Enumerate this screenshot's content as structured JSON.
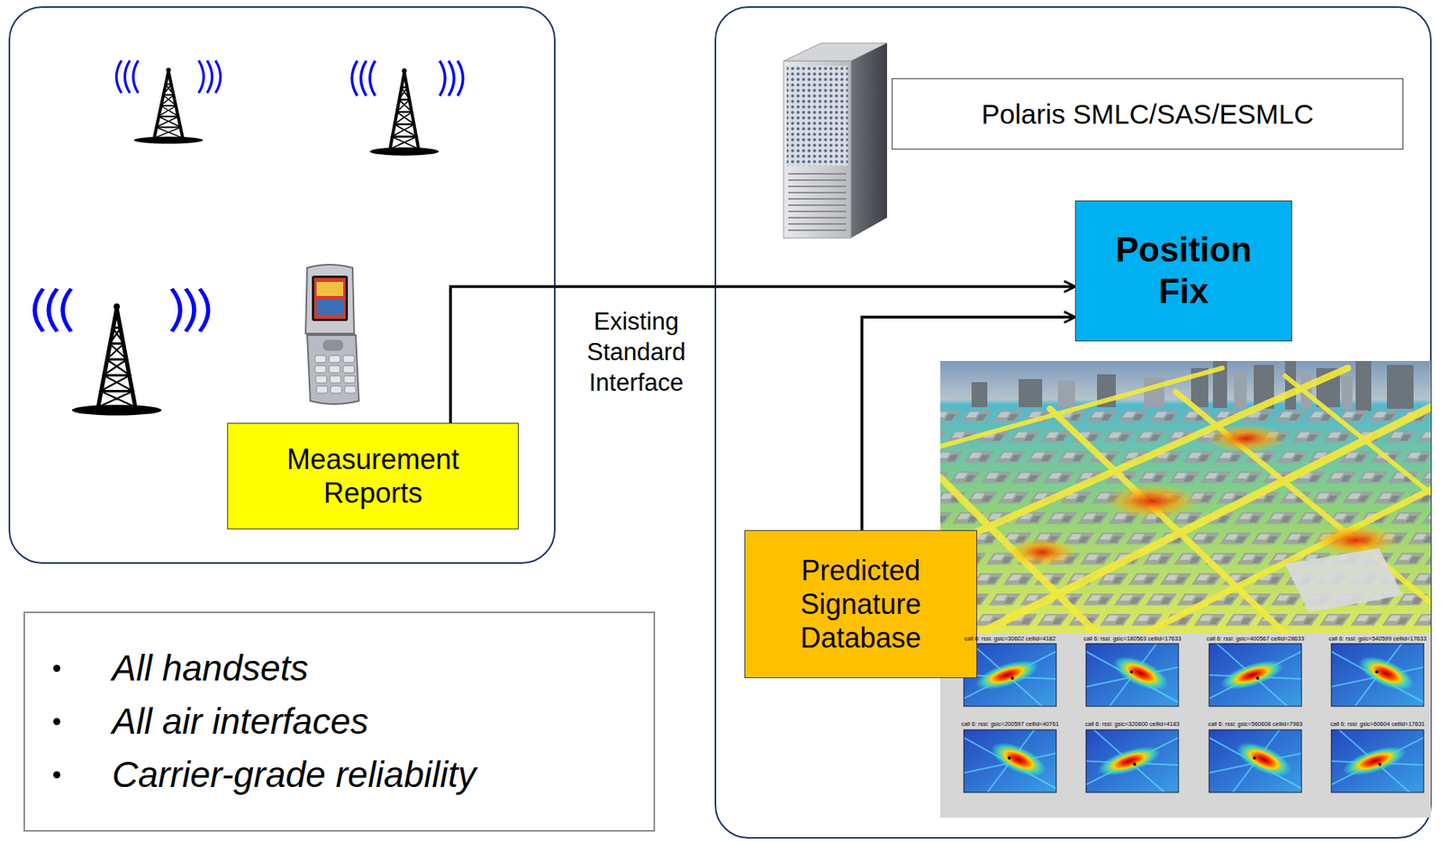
{
  "diagram": {
    "nodes": [
      {
        "text": [
          "Measurement Reports"
        ]
      },
      {
        "text": [
          "Polaris SMLC/SAS/ESMLC"
        ]
      },
      {
        "text": [
          "Position Fix"
        ]
      },
      {
        "text": [
          "Predicted Signature Database"
        ]
      },
      {
        "text": [
          "All handsets",
          "All air interfaces",
          "Carrier-grade reliability"
        ]
      }
    ],
    "edges": [
      {
        "from": 0,
        "to": 2,
        "arrow": "to",
        "label": "Existing Standard Interface"
      },
      {
        "from": 3,
        "to": 2,
        "arrow": "to"
      }
    ],
    "labels": [
      "call 6: rssi: gsic=30602 cellid=4182",
      "call 6: rssi: gsic=180563 cellid=17633",
      "call 6: rssi: gsic=400567 cellid=28633",
      "call 6: rssi: gsic=540599 cellid=17633",
      "call 6: rssi: gsic=200597 cellid=40761",
      "call 6: rssi: gsic=320600 cellid=4183",
      "call 6: rssi: gsic=560608 cellid=7963",
      "call 6: rssi: gsic=60604 cellid=17631"
    ]
  }
}
